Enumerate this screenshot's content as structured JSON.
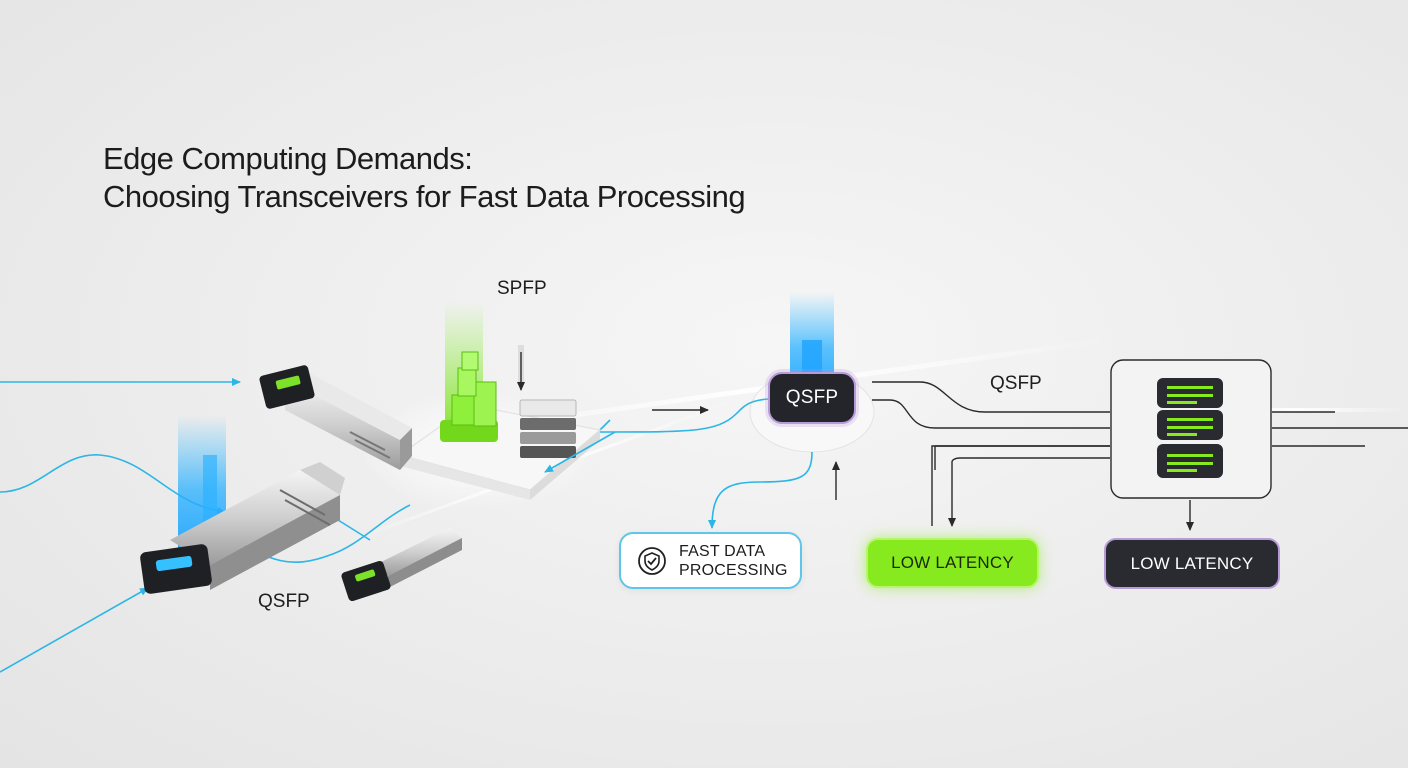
{
  "title": {
    "line1": "Edge Computing Demands:",
    "line2": "Choosing Transceivers for Fast Data Processing"
  },
  "labels": {
    "spfp": "SPFP",
    "qsfp_bottom": "QSFP",
    "qsfp_right": "QSFP"
  },
  "nodes": {
    "qsfp_hub": "QSFP",
    "fast_data_line1": "FAST DATA",
    "fast_data_line2": "PROCESSING",
    "low_latency_green": "LOW LATENCY",
    "low_latency_dark": "LOW LATENCY"
  },
  "colors": {
    "accent_blue": "#2bb6e6",
    "accent_green": "#86ea1e",
    "dark_node": "#23252b",
    "purple_outline": "#b79ad8"
  },
  "icons": [
    "shield-check-icon",
    "server-rack-icon",
    "transceiver-module-icon"
  ]
}
